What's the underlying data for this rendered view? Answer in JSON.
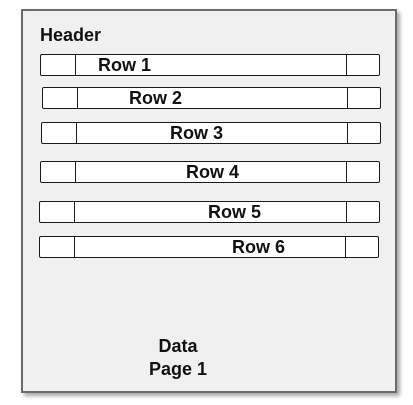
{
  "header": {
    "label": "Header"
  },
  "rows": [
    {
      "label": "Row 1"
    },
    {
      "label": "Row 2"
    },
    {
      "label": "Row 3"
    },
    {
      "label": "Row 4"
    },
    {
      "label": "Row 5"
    },
    {
      "label": "Row 6"
    }
  ],
  "footer": {
    "line1": "Data",
    "line2": "Page 1"
  }
}
